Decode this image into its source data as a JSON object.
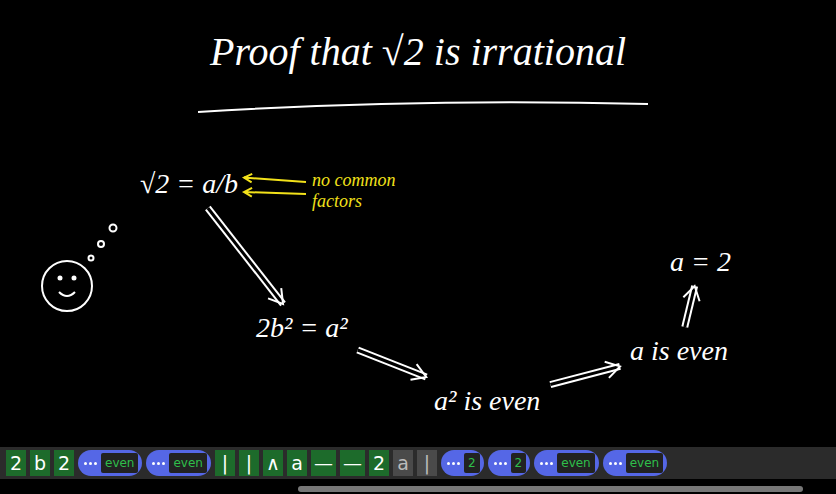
{
  "diagram": {
    "title": "Proof that √2 is irrational",
    "nodes": [
      {
        "text": [
          "√2 = a/b"
        ]
      },
      {
        "text": [
          "2b² = a²"
        ]
      },
      {
        "text": [
          "a² is even"
        ]
      },
      {
        "text": [
          "a is even"
        ]
      },
      {
        "text": [
          "a = 2"
        ]
      }
    ],
    "edges": [
      {
        "from": 0,
        "to": 1,
        "arrow": "to"
      },
      {
        "from": 1,
        "to": 2,
        "arrow": "to"
      },
      {
        "from": 2,
        "to": 3,
        "arrow": "to"
      },
      {
        "from": 3,
        "to": 4,
        "arrow": "to"
      }
    ],
    "labels": [
      "no common factors",
      "2",
      "b",
      "2",
      "even",
      "even",
      "|",
      "|",
      "∧",
      "a",
      "—",
      "—",
      "2",
      "a",
      "|",
      "2",
      "2",
      "even",
      "even"
    ]
  }
}
